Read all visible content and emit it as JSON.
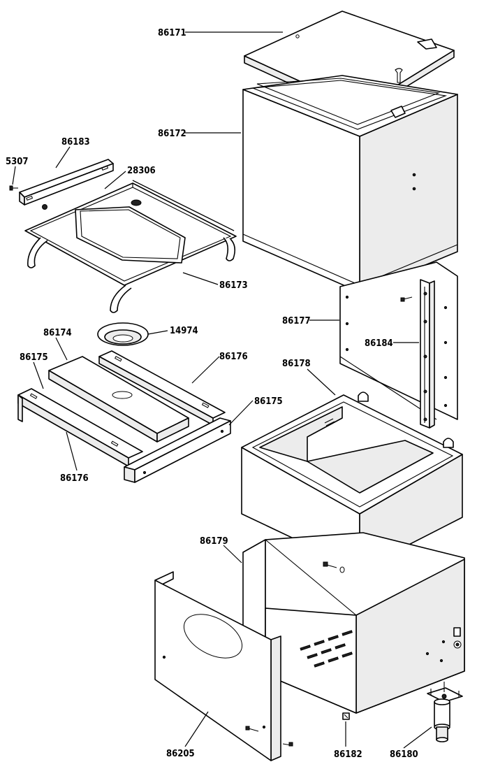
{
  "parts": [
    {
      "id": "lid",
      "number": "86171"
    },
    {
      "id": "outer-shell",
      "number": "86172"
    },
    {
      "id": "bracket",
      "number": "86183"
    },
    {
      "id": "screw",
      "number": "5307"
    },
    {
      "id": "grate-knob",
      "number": "28306"
    },
    {
      "id": "wire-grate",
      "number": "86173"
    },
    {
      "id": "drip-pan",
      "number": "14974"
    },
    {
      "id": "center-rail",
      "number": "86174"
    },
    {
      "id": "side-rail-left",
      "number": "86175"
    },
    {
      "id": "side-rail-top",
      "number": "86176"
    },
    {
      "id": "side-rail-right",
      "number": "86175"
    },
    {
      "id": "side-rail-bottom",
      "number": "86176"
    },
    {
      "id": "rear-panel",
      "number": "86177"
    },
    {
      "id": "vertical-bracket",
      "number": "86184"
    },
    {
      "id": "inner-box",
      "number": "86178"
    },
    {
      "id": "base-frame",
      "number": "86179"
    },
    {
      "id": "front-door",
      "number": "86205"
    },
    {
      "id": "clip",
      "number": "86182"
    },
    {
      "id": "leg-mount",
      "number": "86180"
    }
  ]
}
